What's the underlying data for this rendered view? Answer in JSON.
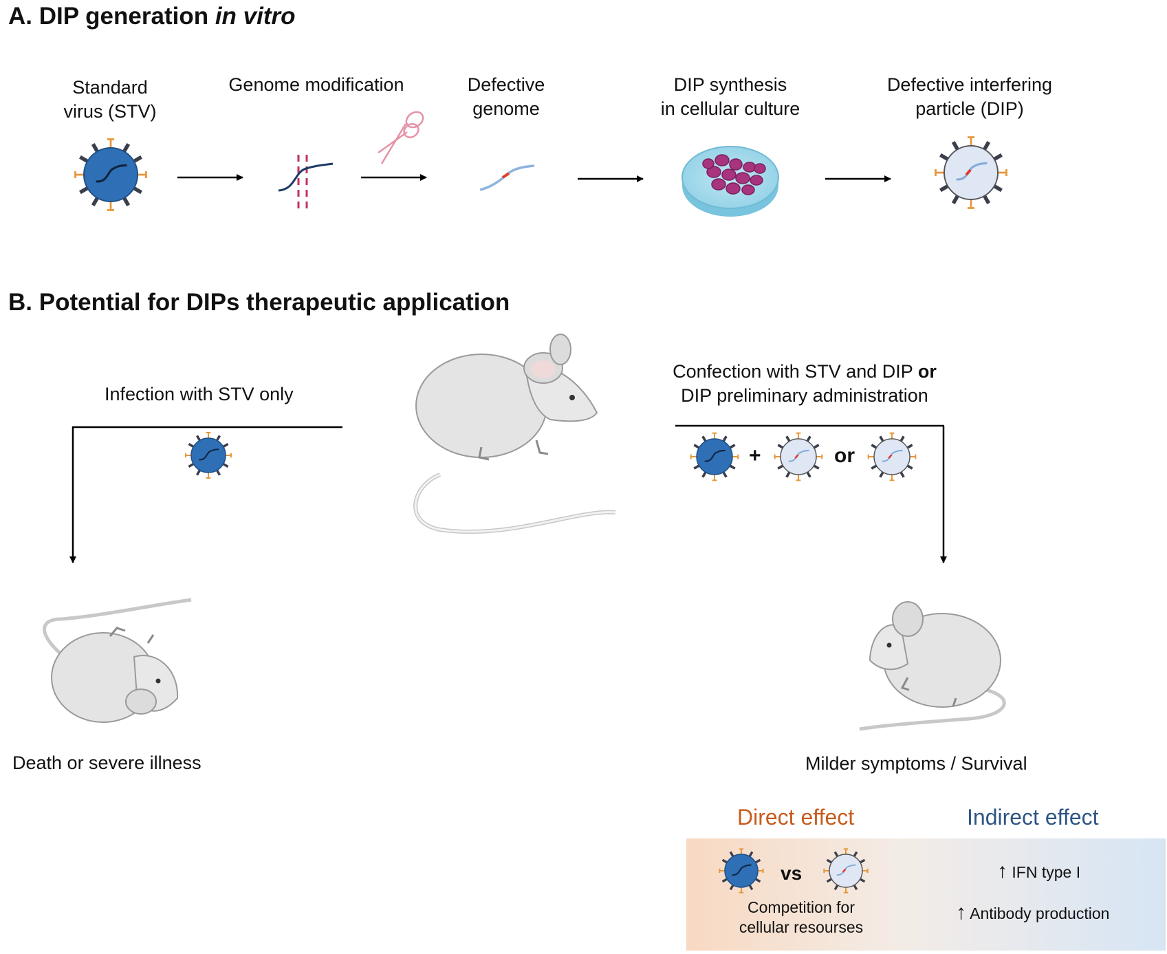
{
  "section_a": {
    "letter": "A.",
    "title_main": "DIP generation",
    "title_italic": "in vitro",
    "steps": [
      {
        "line1": "Standard",
        "line2": "virus (STV)"
      },
      {
        "line1": "Genome modification",
        "line2": ""
      },
      {
        "line1": "Defective",
        "line2": "genome"
      },
      {
        "line1": "DIP synthesis",
        "line2": "in cellular culture"
      },
      {
        "line1": "Defective interfering",
        "line2": "particle (DIP)"
      }
    ]
  },
  "section_b": {
    "title": "B. Potential for DIPs therapeutic application",
    "left_branch_label": "Infection with STV only",
    "right_branch_label_line1_a": "Confection with STV and DIP",
    "right_branch_label_line1_b": "or",
    "right_branch_label_line2": "DIP preliminary administration",
    "plus": "+",
    "or": "or",
    "left_outcome": "Death or severe illness",
    "right_outcome": "Milder symptoms / Survival"
  },
  "effects": {
    "direct_title": "Direct effect",
    "indirect_title": "Indirect effect",
    "vs": "vs",
    "competition_line1": "Competition for",
    "competition_line2": "cellular resourses",
    "arrow_up": "↑",
    "ifn": "IFN type I",
    "antibody": "Antibody production"
  },
  "colors": {
    "direct": "#c75b1c",
    "indirect": "#2e5583",
    "virus_fill": "#2f6fb5",
    "dip_fill": "#dfe7f5",
    "spike_orange": "#e6963a",
    "spike_dark": "#3a3f4b"
  }
}
